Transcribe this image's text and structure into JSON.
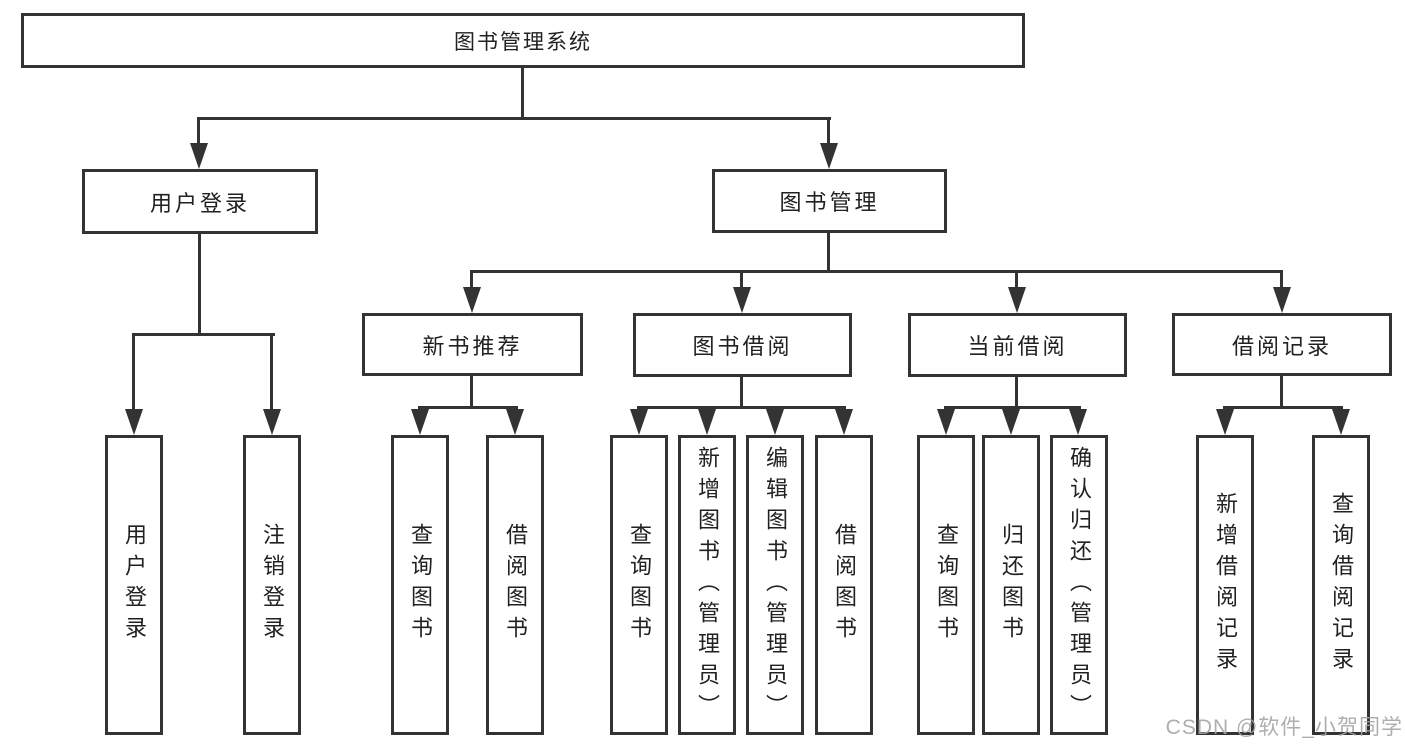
{
  "diagram_title": "图书管理系统",
  "tree": {
    "label": "图书管理系统",
    "children": [
      {
        "label": "用户登录",
        "children": [
          {
            "label": "用户登录"
          },
          {
            "label": "注销登录"
          }
        ]
      },
      {
        "label": "图书管理",
        "children": [
          {
            "label": "新书推荐",
            "children": [
              {
                "label": "查询图书"
              },
              {
                "label": "借阅图书"
              }
            ]
          },
          {
            "label": "图书借阅",
            "children": [
              {
                "label": "查询图书"
              },
              {
                "label": "新增图书（管理员）"
              },
              {
                "label": "编辑图书（管理员）"
              },
              {
                "label": "借阅图书"
              }
            ]
          },
          {
            "label": "当前借阅",
            "children": [
              {
                "label": "查询图书"
              },
              {
                "label": "归还图书"
              },
              {
                "label": "确认归还（管理员）"
              }
            ]
          },
          {
            "label": "借阅记录",
            "children": [
              {
                "label": "新增借阅记录"
              },
              {
                "label": "查询借阅记录"
              }
            ]
          }
        ]
      }
    ]
  },
  "watermark": "CSDN @软件_小贺同学",
  "colors": {
    "line": "#333333",
    "box_border": "#333333",
    "box_fill": "#ffffff",
    "text": "#212121",
    "watermark": "#a5a5a5",
    "background": "#ffffff"
  }
}
